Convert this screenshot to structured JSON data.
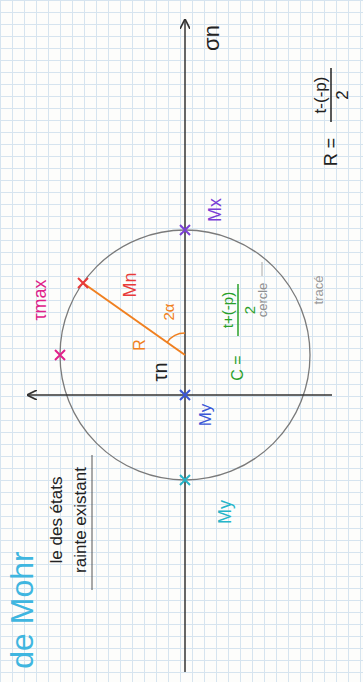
{
  "diagram": {
    "title": "de Mohr",
    "labels": [
      "le des états",
      "rainte existant",
      "σn",
      "τn",
      "τmax",
      "Mn",
      "R",
      "2α",
      "C =",
      "t+(-p)",
      "2",
      "Mx",
      "My",
      "My",
      "cercle",
      "tracé",
      "R =",
      "t-(-p)",
      "2"
    ]
  }
}
